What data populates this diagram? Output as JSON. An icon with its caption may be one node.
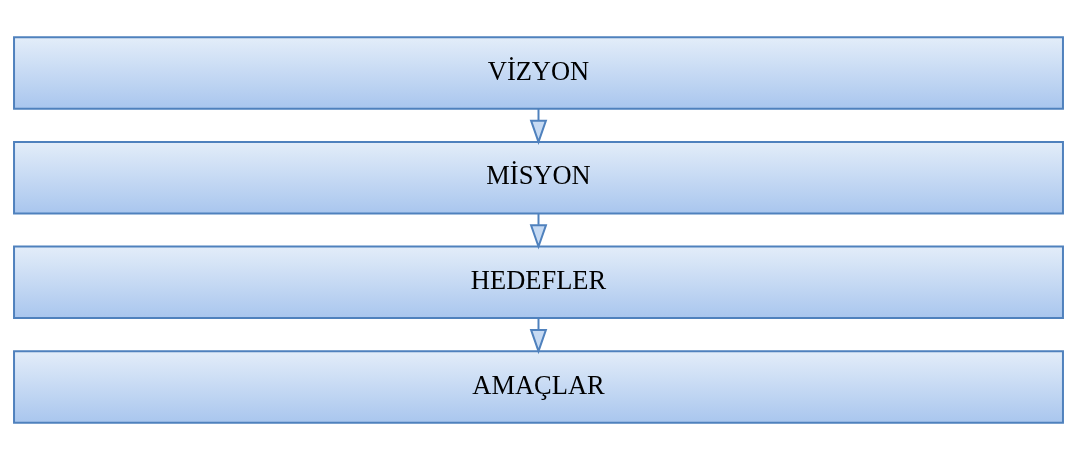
{
  "diagram": {
    "nodes": [
      {
        "text": [
          "VİZYON"
        ]
      },
      {
        "text": [
          "MİSYON"
        ]
      },
      {
        "text": [
          "HEDEFLER"
        ]
      },
      {
        "text": [
          "AMAÇLAR"
        ]
      }
    ],
    "edges": [
      {
        "from": 0,
        "to": 1,
        "arrow": "to"
      },
      {
        "from": 1,
        "to": 2,
        "arrow": "to"
      },
      {
        "from": 2,
        "to": 3,
        "arrow": "to"
      }
    ]
  }
}
